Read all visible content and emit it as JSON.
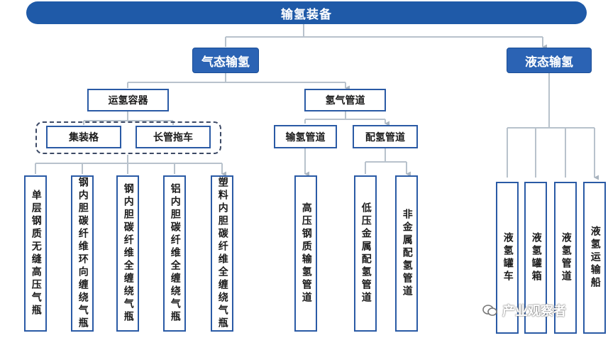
{
  "root": "输氢装备",
  "gas": {
    "label": "气态输氢",
    "container": {
      "label": "运氢容器",
      "vehicles": [
        "集装格",
        "长管拖车"
      ],
      "tanks": [
        "单层钢质无缝高压气瓶",
        "钢内胆碳纤维环向缠绕气瓶",
        "钢内胆碳纤维全缠绕气瓶",
        "铝内胆碳纤维全缠绕气瓶",
        "塑料内胆碳纤维全缠绕气瓶"
      ]
    },
    "pipeline": {
      "label": "氢气管道",
      "transmission": {
        "label": "输氢管道",
        "items": [
          "高压钢质输氢管道"
        ]
      },
      "distribution": {
        "label": "配氢管道",
        "items": [
          "低压金属配氢管道",
          "非金属配氢管道"
        ]
      }
    }
  },
  "liquid": {
    "label": "液态输氢",
    "items": [
      "液氢罐车",
      "液氢罐箱",
      "液氢管道",
      "液氢运输船"
    ]
  },
  "watermark": "产业观察者",
  "colors": {
    "primary": "#1f5aa8",
    "border": "#2a5aa5",
    "line": "#b8c2cc"
  }
}
